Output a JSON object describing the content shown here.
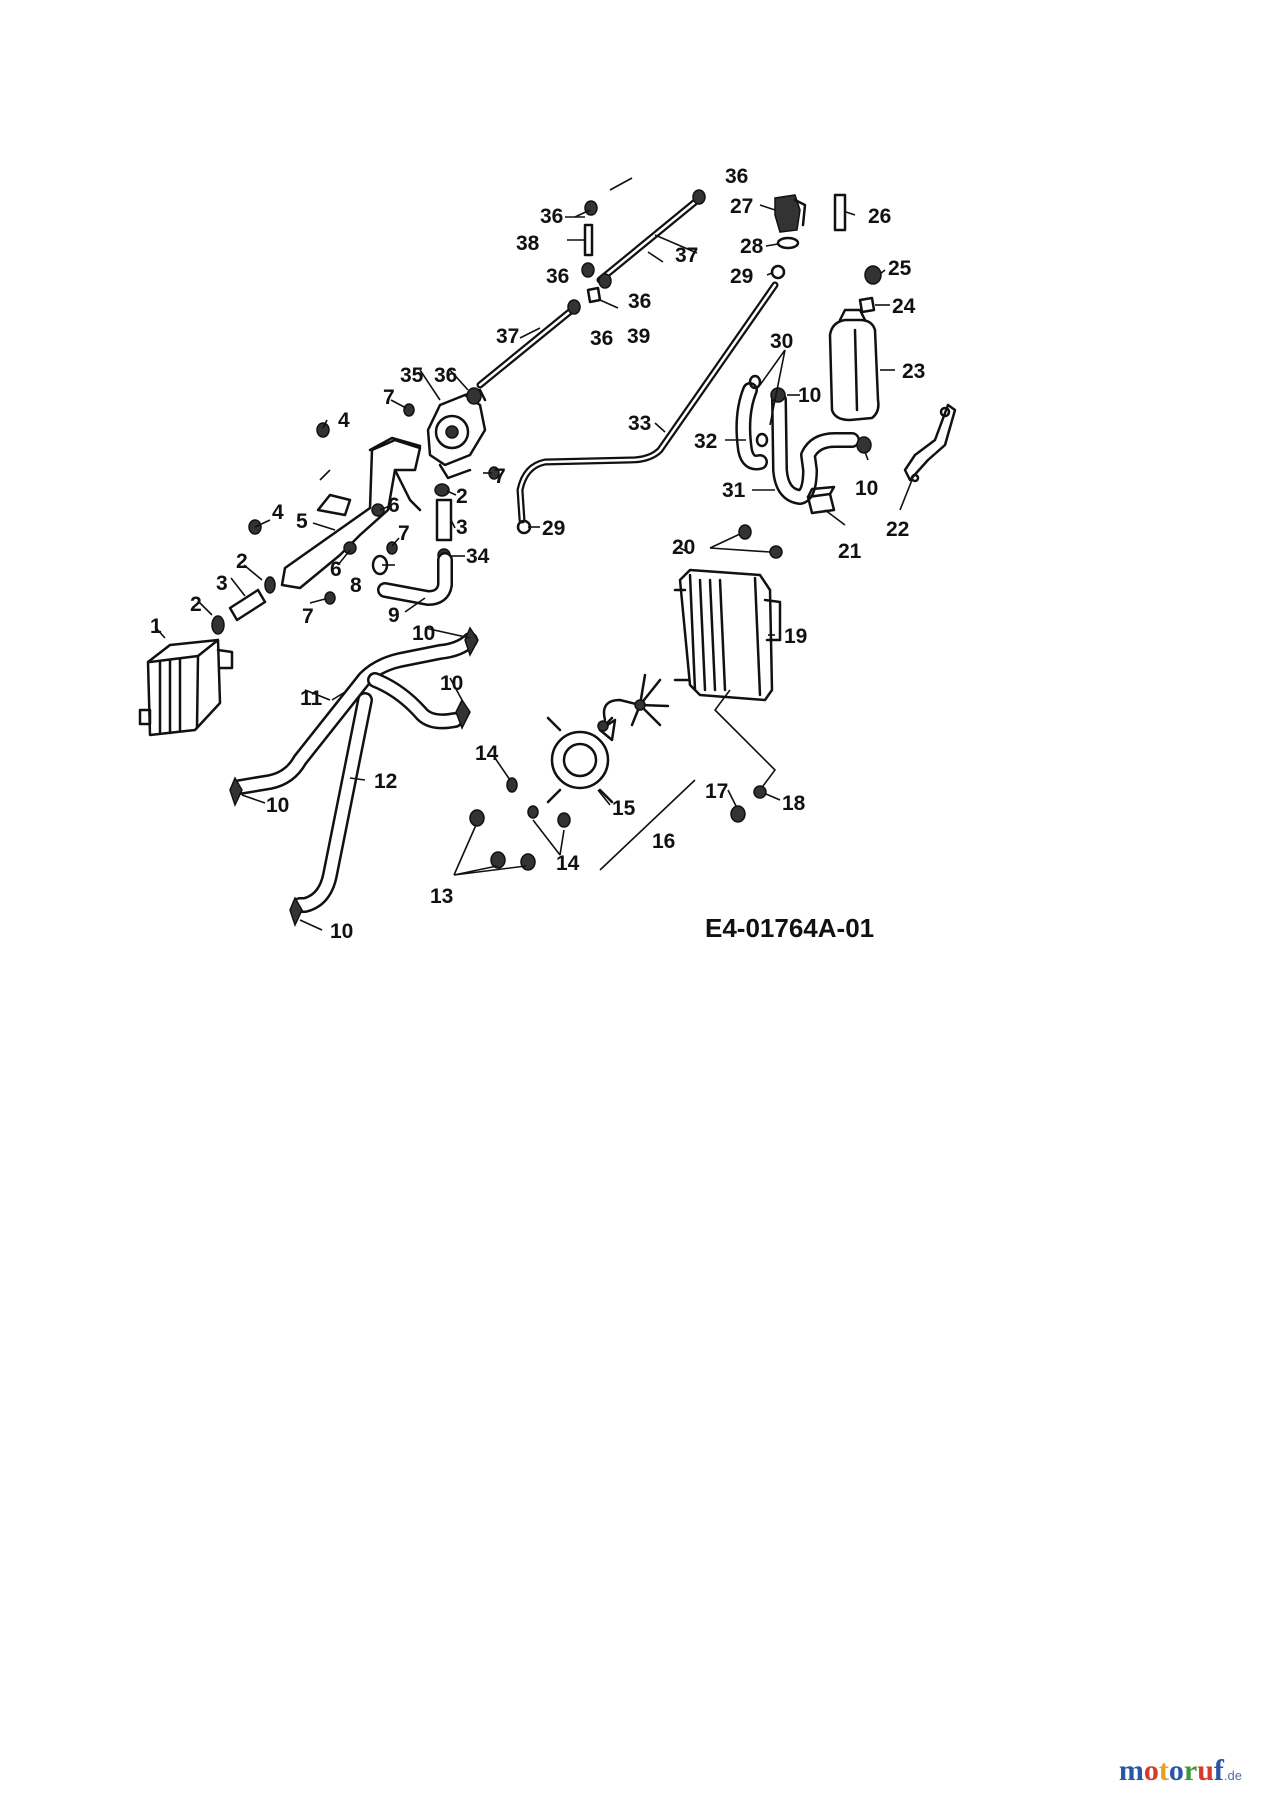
{
  "diagram": {
    "drawing_code": "E4-01764A-01",
    "callouts": [
      "1",
      "2",
      "2",
      "2",
      "3",
      "3",
      "4",
      "4",
      "5",
      "6",
      "6",
      "7",
      "7",
      "7",
      "7",
      "8",
      "9",
      "10",
      "10",
      "10",
      "10",
      "10",
      "10",
      "11",
      "12",
      "13",
      "14",
      "14",
      "15",
      "16",
      "17",
      "18",
      "19",
      "20",
      "21",
      "22",
      "23",
      "24",
      "25",
      "26",
      "27",
      "28",
      "29",
      "29",
      "30",
      "31",
      "32",
      "33",
      "34",
      "35",
      "36",
      "36",
      "36",
      "36",
      "36",
      "36",
      "37",
      "37",
      "38",
      "39"
    ]
  },
  "watermark": {
    "brand": "motoruf",
    "suffix": ".de",
    "colors": [
      "#2a56a8",
      "#d83a2a",
      "#e8a020",
      "#2a56a8",
      "#3a9a3a",
      "#d83a2a",
      "#2a56a8"
    ]
  }
}
